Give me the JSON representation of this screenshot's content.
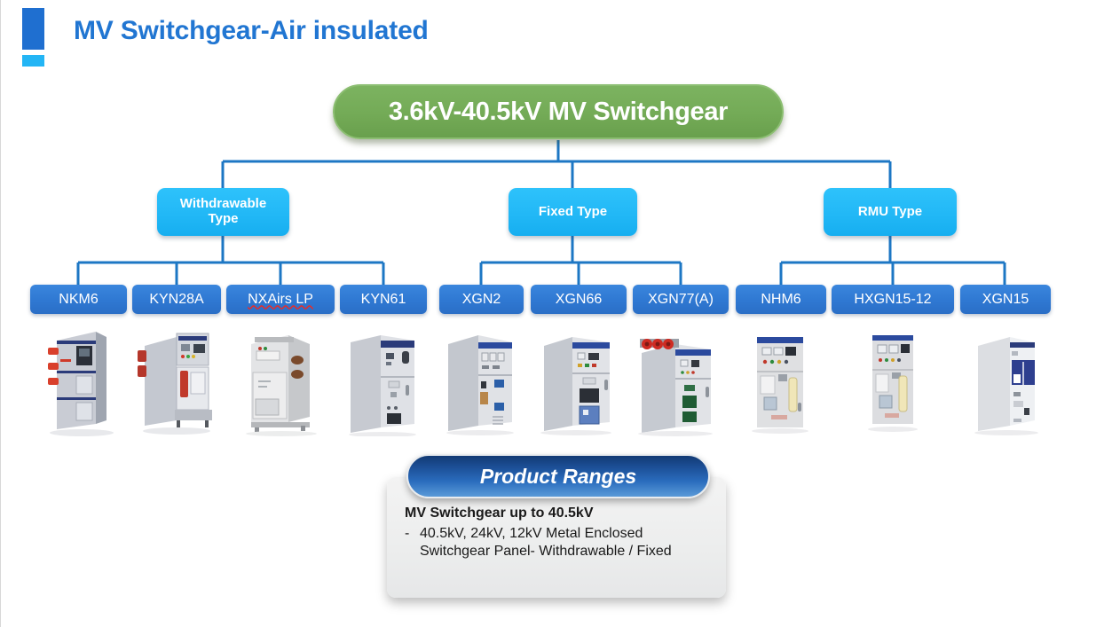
{
  "slide": {
    "title": "MV Switchgear-Air insulated",
    "accent_color_dark": "#1f6fd0",
    "accent_color_light": "#23b5f5",
    "background": "#ffffff"
  },
  "diagram": {
    "root": {
      "label": "3.6kV-40.5kV MV Switchgear",
      "color": "#74ab57"
    },
    "connector_color": "#1d77c4",
    "categories": [
      {
        "id": "withdrawable",
        "label": "Withdrawable Type",
        "color": "#22b8f6"
      },
      {
        "id": "fixed",
        "label": "Fixed Type",
        "color": "#22b8f6"
      },
      {
        "id": "rmu",
        "label": "RMU Type",
        "color": "#22b8f6"
      }
    ],
    "products": [
      {
        "label": "NKM6",
        "category": "withdrawable",
        "misspelled": false,
        "photo": "switchgear-cabinet-nkm6"
      },
      {
        "label": "KYN28A",
        "category": "withdrawable",
        "misspelled": false,
        "photo": "switchgear-cabinet-kyn28a"
      },
      {
        "label": "NXAirs LP",
        "category": "withdrawable",
        "misspelled": true,
        "photo": "switchgear-cabinet-nxairs-lp"
      },
      {
        "label": "KYN61",
        "category": "withdrawable",
        "misspelled": false,
        "photo": "switchgear-cabinet-kyn61"
      },
      {
        "label": "XGN2",
        "category": "fixed",
        "misspelled": false,
        "photo": "switchgear-cabinet-xgn2"
      },
      {
        "label": "XGN66",
        "category": "fixed",
        "misspelled": false,
        "photo": "switchgear-cabinet-xgn66"
      },
      {
        "label": "XGN77(A)",
        "category": "fixed",
        "misspelled": false,
        "photo": "switchgear-cabinet-xgn77a"
      },
      {
        "label": "NHM6",
        "category": "rmu",
        "misspelled": false,
        "photo": "switchgear-cabinet-nhm6"
      },
      {
        "label": "HXGN15-12",
        "category": "rmu",
        "misspelled": false,
        "photo": "switchgear-cabinet-hxgn15-12"
      },
      {
        "label": "XGN15",
        "category": "rmu",
        "misspelled": false,
        "photo": "switchgear-cabinet-xgn15"
      }
    ],
    "product_node_color": "#2f78d2"
  },
  "callout": {
    "header": "Product Ranges",
    "header_color": "#1c4f97",
    "heading": "MV Switchgear   up to 40.5kV",
    "bullet_marker": "-",
    "bullet_text": "40.5kV, 24kV, 12kV Metal Enclosed Switchgear Panel- Withdrawable / Fixed"
  }
}
